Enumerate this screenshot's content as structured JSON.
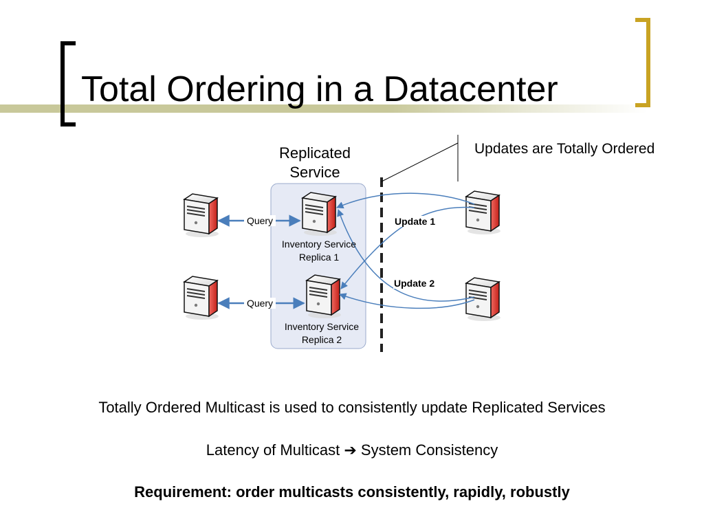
{
  "slide": {
    "title": "Total Ordering in a Datacenter",
    "colors": {
      "title_bar": "#c8c89a",
      "right_bracket": "#c9a323",
      "arrow": "#4a7ebb",
      "server_red": "#e0302a",
      "service_box": "#e6eaf5"
    }
  },
  "diagram": {
    "service_label": "Replicated Service",
    "callout": "Updates are Totally Ordered",
    "replica1": "Inventory Service Replica 1",
    "replica2": "Inventory Service Replica 2",
    "query1": "Query",
    "query2": "Query",
    "update1": "Update 1",
    "update2": "Update 2",
    "icons": [
      "client-server-icon",
      "replica-server-icon",
      "update-server-icon"
    ]
  },
  "notes": {
    "line1": "Totally Ordered Multicast is used to consistently update Replicated Services",
    "line2_left": "Latency of Multicast",
    "line2_arrow": "➔",
    "line2_right": "System Consistency",
    "line3": "Requirement: order multicasts consistently, rapidly, robustly"
  }
}
